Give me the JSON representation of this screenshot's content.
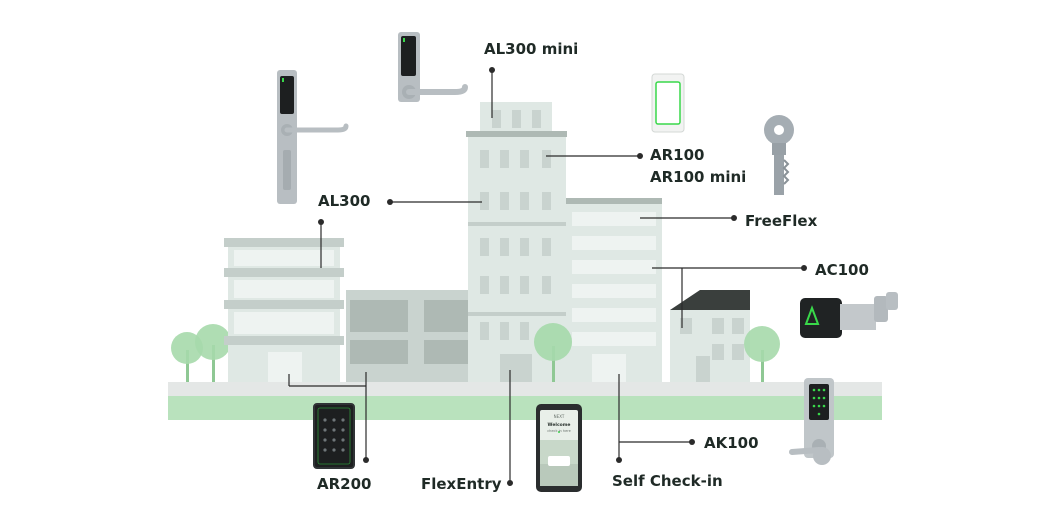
{
  "labels": {
    "al300_mini": "AL300 mini",
    "ar100": "AR100",
    "ar100_mini": "AR100 mini",
    "al300": "AL300",
    "freeflex": "FreeFlex",
    "ac100": "AC100",
    "ak100": "AK100",
    "ar200": "AR200",
    "flexentry": "FlexEntry",
    "self_checkin": "Self Check-in"
  },
  "tablet_screen": {
    "brand": "NEXT",
    "welcome": "Welcome",
    "sub": "check in here"
  },
  "cylinder_logo": "A",
  "colors": {
    "building_light": "#dfe8e4",
    "building_mid": "#c9d3cf",
    "building_dark": "#aeb9b4",
    "window": "#eef3f1",
    "ground_grey": "#e4e7e6",
    "ground_green": "#b9e2bd",
    "tree": "#a6d9ab",
    "device_metal": "#b8bec2",
    "device_glass": "#1d1f20",
    "accent_green": "#39d84a",
    "line": "#2b2b2b",
    "text": "#1f2a26"
  }
}
